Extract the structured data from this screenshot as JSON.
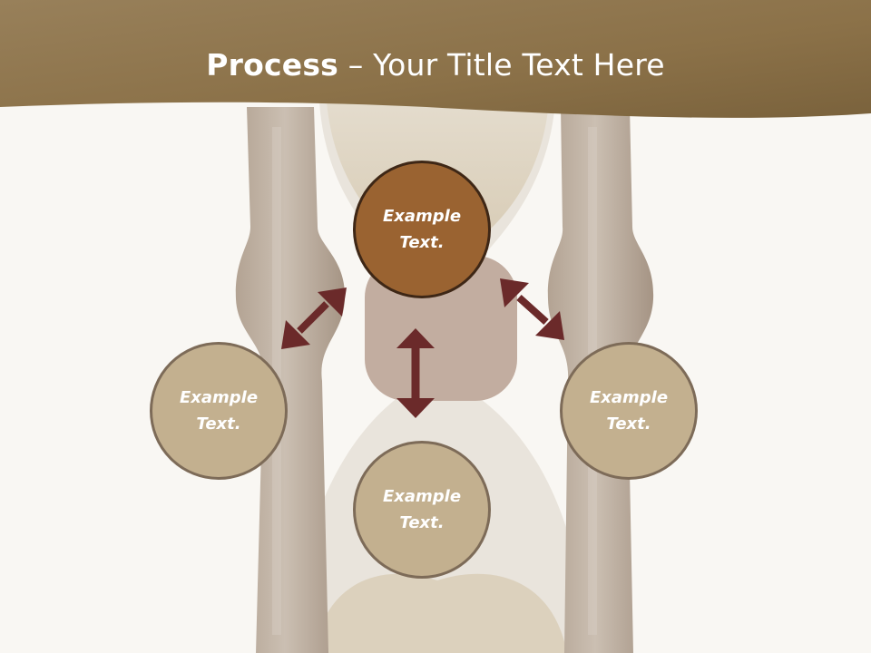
{
  "title": {
    "bold": "Process",
    "rest": " – Your Title Text Here"
  },
  "nodes": {
    "center": {
      "line1": "Example",
      "line2": "Text."
    },
    "left": {
      "line1": "Example",
      "line2": "Text."
    },
    "right": {
      "line1": "Example",
      "line2": "Text."
    },
    "bottom": {
      "line1": "Example",
      "line2": "Text."
    }
  },
  "colors": {
    "header": "#8b7148",
    "center_fill": "#9a6331",
    "node_fill": "#c3b08f",
    "arrow": "#6b2a2a"
  },
  "icons": {
    "background": "hourglass-icon"
  }
}
